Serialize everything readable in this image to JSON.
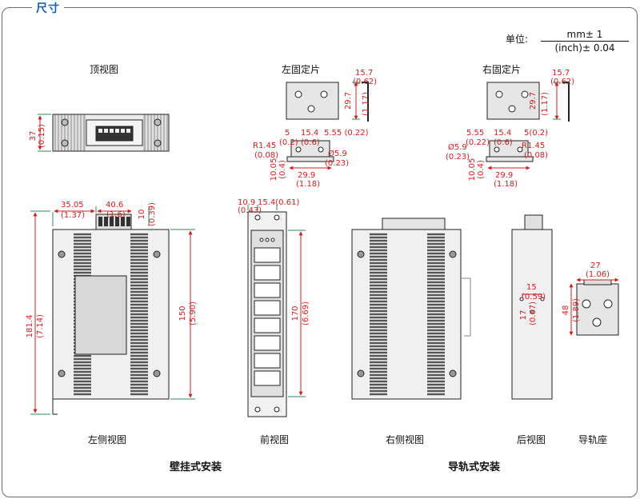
{
  "section_title": "尺寸",
  "unit": {
    "label": "单位:",
    "numerator": "mm± 1",
    "denominator": "(inch)± 0.04"
  },
  "views": {
    "top": "顶视图",
    "left_bracket": "左固定片",
    "right_bracket": "右固定片",
    "left_side": "左侧视图",
    "front": "前视图",
    "right_side": "右侧视图",
    "rear": "后视图",
    "rail_seat": "导轨座"
  },
  "groups": {
    "wall_mount": "壁挂式安装",
    "din_rail": "导轨式安装"
  },
  "dims": {
    "top_h": "37",
    "top_h_in": "(0.15)",
    "lb_t": "15.7",
    "lb_t_in": "(0.62)",
    "lb_h": "29.7",
    "lb_h_in": "(1.17)",
    "lb_a": "5",
    "lb_a_in": "(0.2)",
    "lb_b": "15.4",
    "lb_b_in": "(0.6)",
    "lb_c": "5.55 (0.22)",
    "lb_r": "R1.45",
    "lb_r_in": "(0.08)",
    "lb_d": "Ø5.9",
    "lb_d_in": "(0.23)",
    "lb_v": "10.05",
    "lb_v_in": "(0.4)",
    "lb_w": "29.9",
    "lb_w_in": "(1.18)",
    "rb_t": "15.7",
    "rb_t_in": "(0.62)",
    "rb_h": "29.7",
    "rb_h_in": "(1.17)",
    "rb_c": "5.55",
    "rb_c_in": "(0.22)",
    "rb_b": "15.4",
    "rb_b_in": "(0.6)",
    "rb_a": "5(0.2)",
    "rb_d": "Ø5.9",
    "rb_d_in": "(0.23)",
    "rb_r": "R1.45",
    "rb_r_in": "(0.08)",
    "rb_v": "10.05",
    "rb_v_in": "(0.4)",
    "rb_w": "29.9",
    "rb_w_in": "(1.18)",
    "ls_a": "35.05",
    "ls_a_in": "(1.37)",
    "ls_b": "40.6",
    "ls_b_in": "(1.6)",
    "ls_c": "10",
    "ls_c_in": "(0.39)",
    "ls_h": "181.4",
    "ls_h_in": "(7.14)",
    "ls_h2": "150",
    "ls_h2_in": "(5.90)",
    "fr_a": "10.9",
    "fr_a_in": "(0.43)",
    "fr_b": "15.4(0.61)",
    "fr_h": "170",
    "fr_h_in": "(6.69)",
    "re_a": "15",
    "re_a_in": "(0.59)",
    "re_b": "17",
    "re_b_in": "(0.67)",
    "rs_w": "27",
    "rs_w_in": "(1.06)",
    "rs_h": "48",
    "rs_h_in": "(1.89)"
  },
  "colors": {
    "frame": "#6b6b6b",
    "title": "#1a5fb0",
    "dimension": "#d02020",
    "extension": "#2e8b57",
    "outline": "#222222",
    "panel": "#d8d8d8"
  }
}
